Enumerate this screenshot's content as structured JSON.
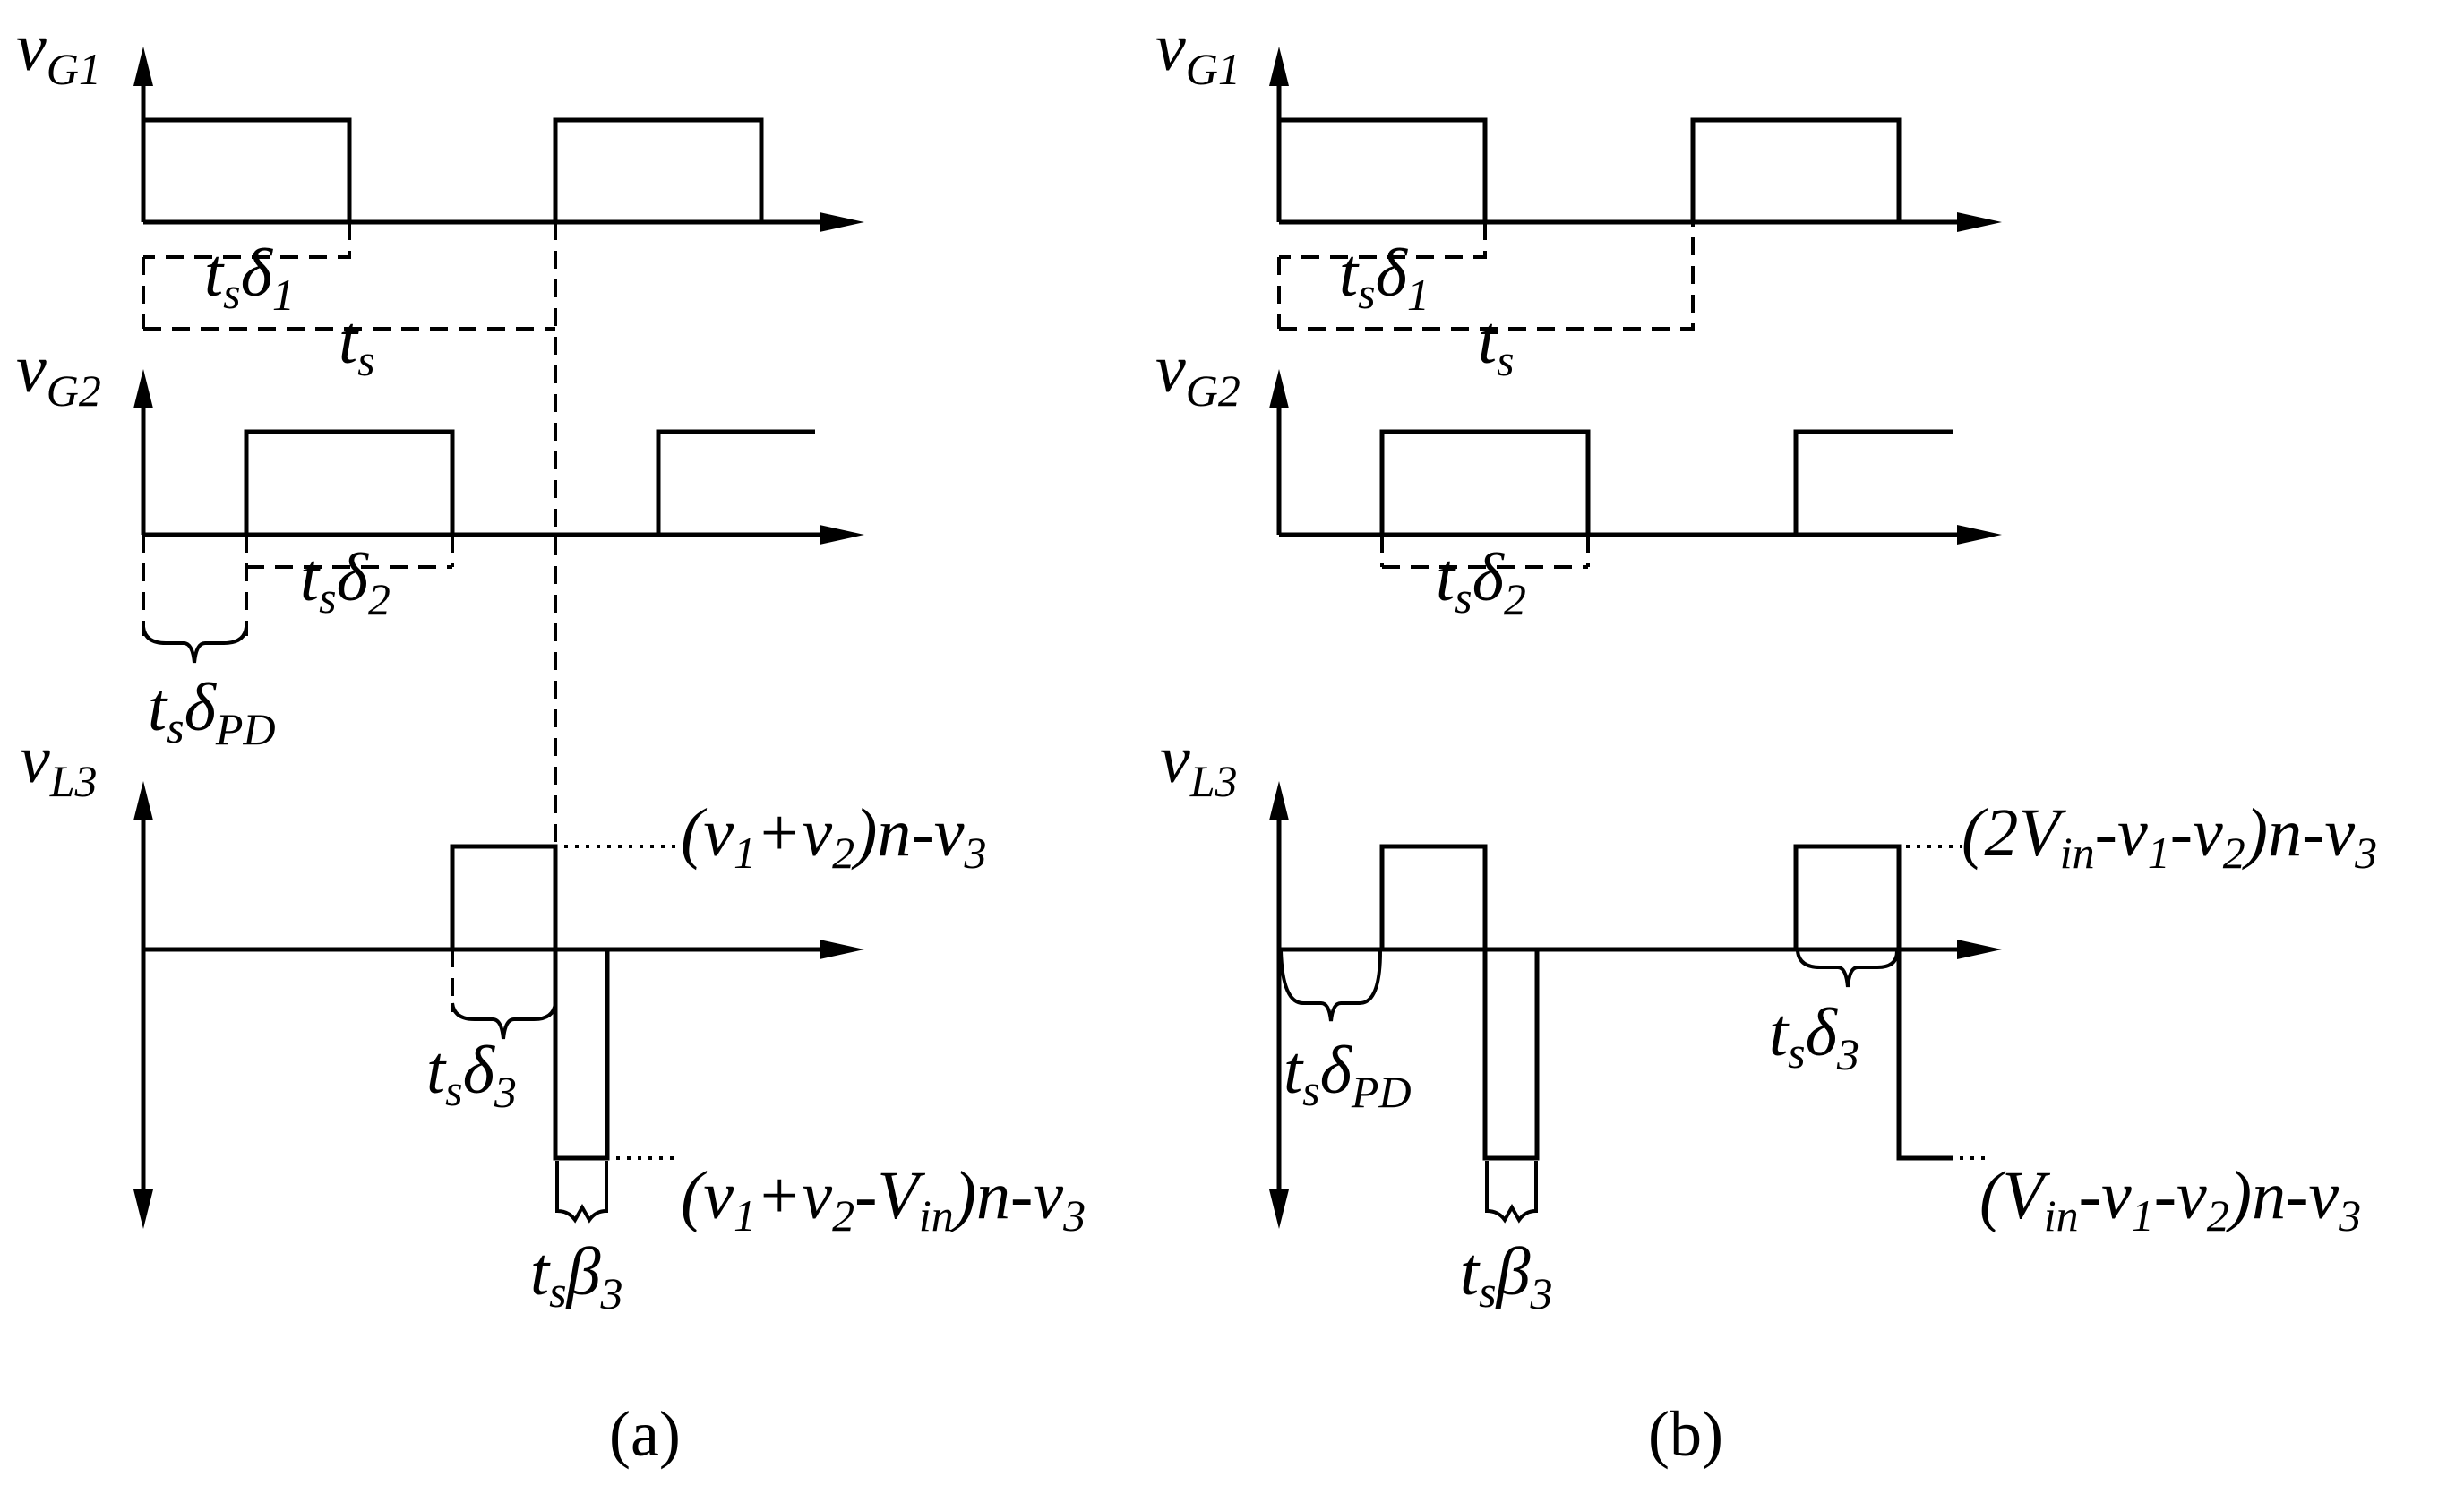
{
  "panel_a": {
    "caption": "(a)",
    "vG1": {
      "v": "v",
      "sub": "G1"
    },
    "vG2": {
      "v": "v",
      "sub": "G2"
    },
    "vL3": {
      "v": "v",
      "sub": "L3"
    },
    "ts_delta1": {
      "t": "t",
      "s": "s",
      "d": "δ",
      "one": "1"
    },
    "ts": {
      "t": "t",
      "s": "s"
    },
    "ts_delta2": {
      "t": "t",
      "s": "s",
      "d": "δ",
      "two": "2"
    },
    "ts_deltaPD": {
      "t": "t",
      "s": "s",
      "d": "δ",
      "pd": "PD"
    },
    "ts_delta3": {
      "t": "t",
      "s": "s",
      "d": "δ",
      "three": "3"
    },
    "ts_beta3": {
      "t": "t",
      "s": "s",
      "b": "β",
      "three": "3"
    },
    "pos_level": {
      "p1": "(",
      "v1": "v",
      "s1": "1",
      "p2": "+",
      "v2": "v",
      "s2": "2",
      "p3": ")",
      "n": "n",
      "p4": "-",
      "v3": "v",
      "s3": "3"
    },
    "neg_level": {
      "p1": "(",
      "v1": "v",
      "s1": "1",
      "p2": "+",
      "v2": "v",
      "s2": "2",
      "p3": "-",
      "V": "V",
      "in": "in",
      "p4": ")",
      "n": "n",
      "p5": "-",
      "v3": "v",
      "s3": "3"
    }
  },
  "panel_b": {
    "caption": "(b)",
    "vG1": {
      "v": "v",
      "sub": "G1"
    },
    "vG2": {
      "v": "v",
      "sub": "G2"
    },
    "vL3": {
      "v": "v",
      "sub": "L3"
    },
    "ts_delta1": {
      "t": "t",
      "s": "s",
      "d": "δ",
      "one": "1"
    },
    "ts": {
      "t": "t",
      "s": "s"
    },
    "ts_delta2": {
      "t": "t",
      "s": "s",
      "d": "δ",
      "two": "2"
    },
    "ts_deltaPD": {
      "t": "t",
      "s": "s",
      "d": "δ",
      "pd": "PD"
    },
    "ts_delta3": {
      "t": "t",
      "s": "s",
      "d": "δ",
      "three": "3"
    },
    "ts_beta3": {
      "t": "t",
      "s": "s",
      "b": "β",
      "three": "3"
    },
    "pos_level": {
      "p1": "(",
      "two": "2",
      "V": "V",
      "in": "in",
      "p2": "-",
      "v1": "v",
      "s1": "1",
      "p3": "-",
      "v2": "v",
      "s2": "2",
      "p4": ")",
      "n": "n",
      "p5": "-",
      "v3": "v",
      "s3": "3"
    },
    "neg_level": {
      "p1": "(",
      "V": "V",
      "in": "in",
      "p2": "-",
      "v1": "v",
      "s1": "1",
      "p3": "-",
      "v2": "v",
      "s2": "2",
      "p4": ")",
      "n": "n",
      "p5": "-",
      "v3": "v",
      "s3": "3"
    }
  }
}
